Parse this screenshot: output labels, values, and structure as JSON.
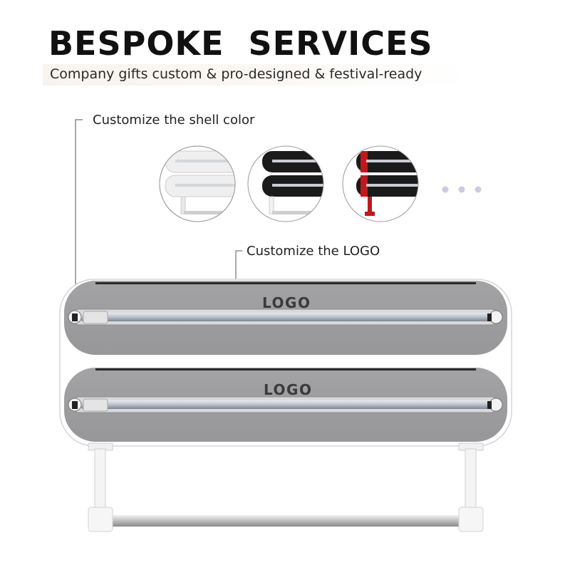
{
  "header": {
    "title": "BESPOKE  SERVICES",
    "subtitle": "Company gifts custom & pro-designed & festival-ready"
  },
  "callouts": {
    "shell_color": "Customize the shell color",
    "logo": "Customize the LOGO"
  },
  "color_options": [
    {
      "name": "white",
      "shell": "#f2f2f2",
      "accent": "#ffffff"
    },
    {
      "name": "black",
      "shell": "#1a1a1a",
      "accent": "#ffffff"
    },
    {
      "name": "red-black",
      "shell": "#1a1a1a",
      "accent": "#c0181c"
    }
  ],
  "product": {
    "logo_top": "LOGO",
    "logo_bottom": "LOGO",
    "shell_color": "#9a9a9c",
    "frame_color": "#ffffff"
  }
}
